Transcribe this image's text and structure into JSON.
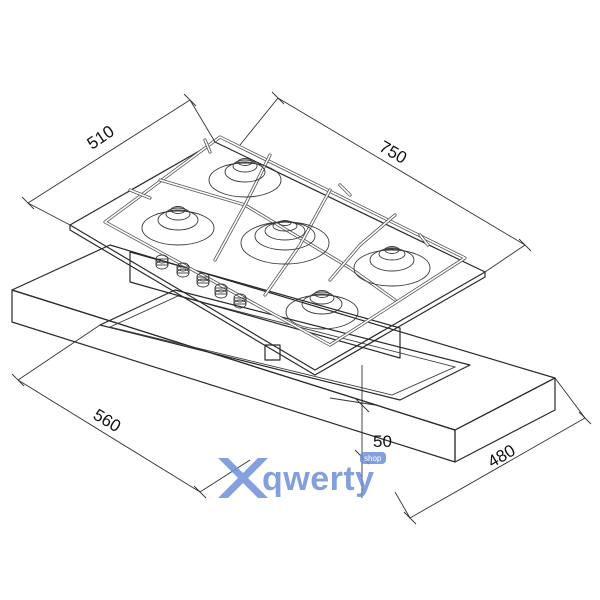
{
  "dimensions": {
    "hob_depth": "510",
    "hob_width": "750",
    "cutout_width": "560",
    "cutout_depth": "480",
    "thickness": "50"
  },
  "watermark": {
    "brand": "qwerty",
    "sub": "shop",
    "color": "#6f8fd8"
  },
  "icons": {
    "logo": "x-arrow-logo-icon"
  }
}
